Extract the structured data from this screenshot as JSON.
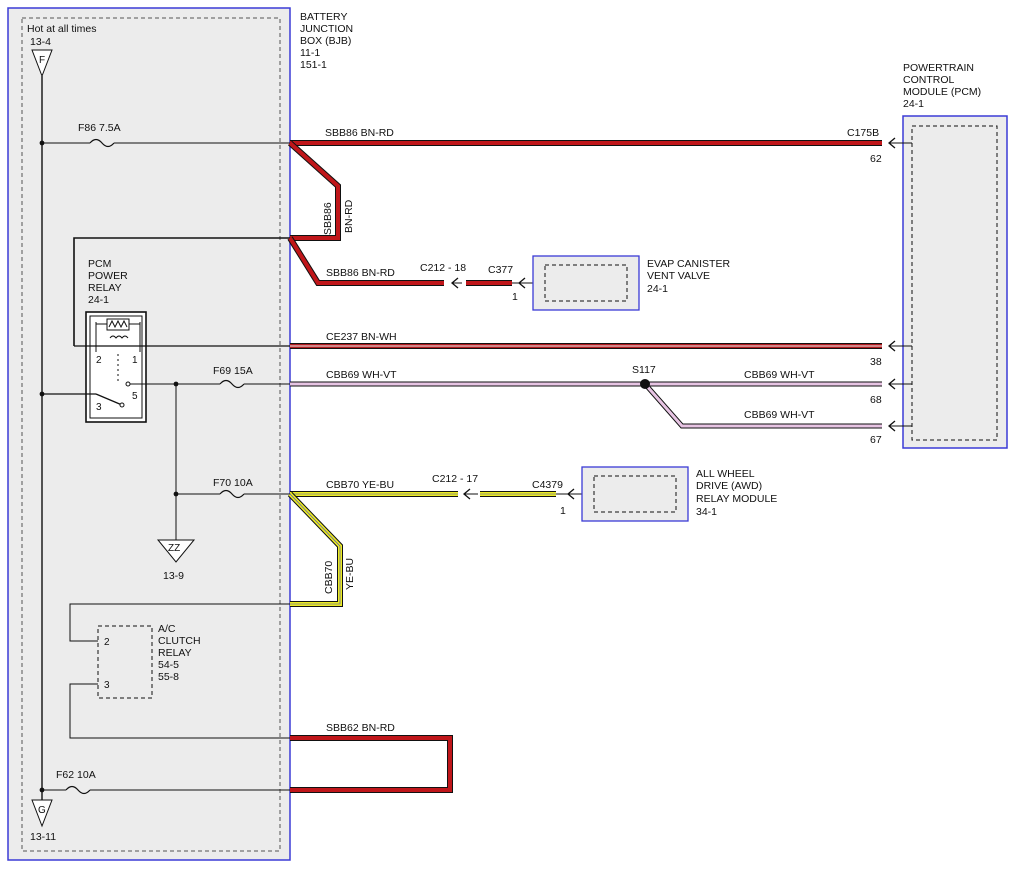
{
  "colors": {
    "box_border": "#3b3bd6",
    "box_fill": "#ececec",
    "wire_bn_rd": "#c0161a",
    "wire_bn_wh": "#b01a1e",
    "wire_wh_vt": "#e7c4e3",
    "wire_ye_bu": "#ecec20",
    "wire_black": "#1a1a1a"
  },
  "bjb": {
    "title_lines": [
      "BATTERY",
      "JUNCTION",
      "BOX (BJB)",
      "11-1",
      "151-1"
    ],
    "hot_label": "Hot at all times",
    "top_ref": "13-4",
    "top_connector_letter": "F",
    "bottom_connector_letter": "G",
    "bottom_ref": "13-11"
  },
  "fuses": {
    "f86": "F86  7.5A",
    "f69": "F69  15A",
    "f70": "F70  10A",
    "f62": "F62   10A"
  },
  "pcm_relay": {
    "title_lines": [
      "PCM",
      "POWER",
      "RELAY",
      "24-1"
    ],
    "pin2": "2",
    "pin1": "1",
    "pin3": "3",
    "pin5": "5"
  },
  "ac_relay": {
    "title_lines": [
      "A/C",
      "CLUTCH",
      "RELAY",
      "54-5",
      "55-8"
    ],
    "pin2": "2",
    "pin3": "3"
  },
  "ground": {
    "letter": "ZZ",
    "ref": "13-9"
  },
  "wires": {
    "sbb86_top": "SBB86   BN-RD",
    "sbb86_vert_a": "SBB86",
    "sbb86_vert_b": "BN-RD",
    "sbb86_evap": "SBB86   BN-RD",
    "ce237": "CE237   BN-WH",
    "cbb69_a": "CBB69   WH-VT",
    "cbb69_b": "CBB69   WH-VT",
    "cbb69_c": "CBB69   WH-VT",
    "cbb70": "CBB70   YE-BU",
    "cbb70_vert_a": "CBB70",
    "cbb70_vert_b": "YE-BU",
    "sbb62": "SBB62   BN-RD"
  },
  "connectors": {
    "c212_18": "C212  -  18",
    "c377": "C377",
    "c377_pin": "1",
    "c212_17": "C212  -  17",
    "c4379": "C4379",
    "c4379_pin": "1",
    "c175b": "C175B",
    "pin62": "62",
    "pin38": "38",
    "pin68": "68",
    "pin67": "67"
  },
  "splice": {
    "name": "S117"
  },
  "pcm": {
    "title_lines": [
      "POWERTRAIN",
      "CONTROL",
      "MODULE (PCM)",
      "24-1"
    ]
  },
  "evap": {
    "title_lines": [
      "EVAP CANISTER",
      "VENT VALVE",
      "24-1"
    ]
  },
  "awd": {
    "title_lines": [
      "ALL WHEEL",
      "DRIVE (AWD)",
      "RELAY MODULE",
      "34-1"
    ]
  }
}
